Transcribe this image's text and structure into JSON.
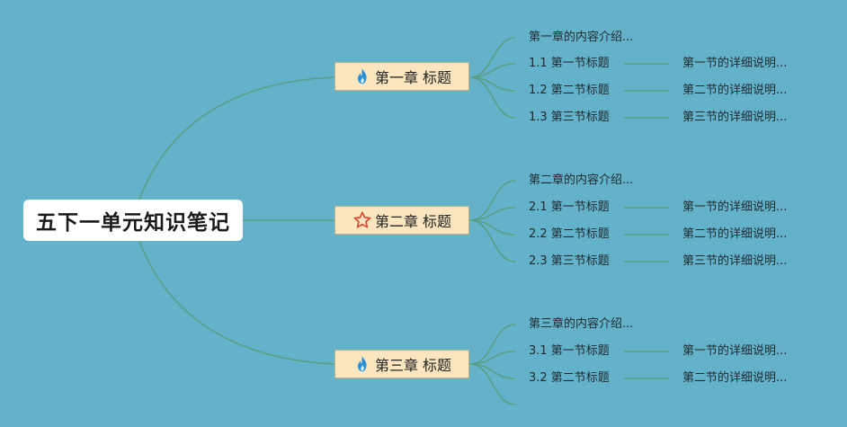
{
  "root": {
    "title": "五下一单元知识笔记"
  },
  "chapters": [
    {
      "title": "第一章 标题",
      "icon": "fire-icon",
      "intro": "第一章的内容介绍...",
      "sections": [
        {
          "title": "1.1 第一节标题",
          "detail": "第一节的详细说明..."
        },
        {
          "title": "1.2 第二节标题",
          "detail": "第二节的详细说明..."
        },
        {
          "title": "1.3 第三节标题",
          "detail": "第三节的详细说明..."
        }
      ]
    },
    {
      "title": "第二章 标题",
      "icon": "star-icon",
      "intro": "第二章的内容介绍...",
      "sections": [
        {
          "title": "2.1 第一节标题",
          "detail": "第一节的详细说明..."
        },
        {
          "title": "2.2 第二节标题",
          "detail": "第二节的详细说明..."
        },
        {
          "title": "2.3 第三节标题",
          "detail": "第三节的详细说明..."
        }
      ]
    },
    {
      "title": "第三章 标题",
      "icon": "fire-icon",
      "intro": "第三章的内容介绍...",
      "sections": [
        {
          "title": "3.1 第一节标题",
          "detail": "第一节的详细说明..."
        },
        {
          "title": "3.2 第二节标题",
          "detail": "第二节的详细说明..."
        }
      ]
    }
  ],
  "colors": {
    "background": "#64b2c9",
    "link": "#5a9e86",
    "chapter_fill": "#fbe6bf",
    "fire": "#2a8fd8",
    "star": "#e0442e"
  }
}
